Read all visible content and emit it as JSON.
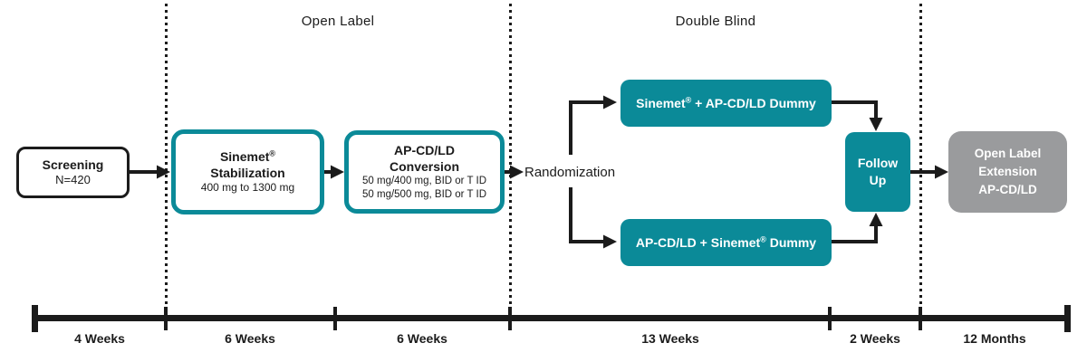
{
  "diagram": {
    "phases": {
      "open_label": "Open Label",
      "double_blind": "Double Blind"
    },
    "randomization_label": "Randomization",
    "boxes": {
      "screening": {
        "title": "Screening",
        "subtitle": "N=420"
      },
      "stabilization": {
        "brand": "Sinemet",
        "reg_mark": "®",
        "title": "Stabilization",
        "dose": "400 mg to 1300 mg"
      },
      "conversion": {
        "title1": "AP-CD/LD",
        "title2": "Conversion",
        "dose1": "50 mg/400 mg, BID or T ID",
        "dose2": "50 mg/500 mg, BID or T ID"
      },
      "arm_upper": {
        "pre": "Sinemet",
        "reg_mark": "®",
        "post": " + AP-CD/LD Dummy"
      },
      "arm_lower": {
        "pre": "AP-CD/LD + Sinemet",
        "reg_mark": "®",
        "post": " Dummy"
      },
      "follow_up": {
        "line1": "Follow",
        "line2": "Up"
      },
      "extension": {
        "line1": "Open Label",
        "line2": "Extension",
        "line3": "AP-CD/LD"
      }
    },
    "timeline": {
      "segments": [
        {
          "label": "4 Weeks"
        },
        {
          "label": "6 Weeks"
        },
        {
          "label": "6 Weeks"
        },
        {
          "label": "13 Weeks"
        },
        {
          "label": "2 Weeks"
        },
        {
          "label": "12 Months"
        }
      ]
    },
    "colors": {
      "teal": "#0b8a98",
      "gray": "#9a9b9d",
      "line": "#1b1b1b"
    }
  }
}
